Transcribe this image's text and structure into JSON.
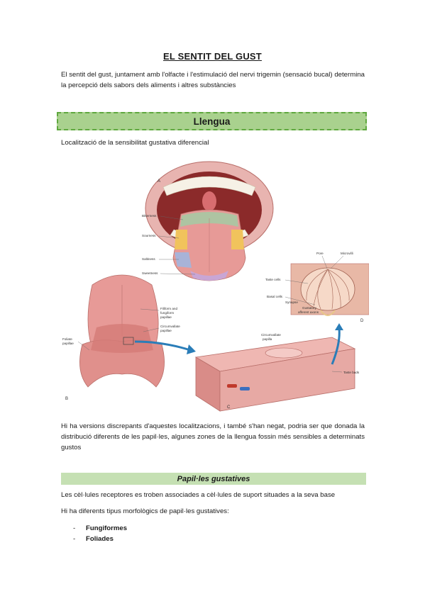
{
  "title": "EL SENTIT DEL GUST",
  "intro": "El sentit del gust, juntament amb l'olfacte i l'estimulació del nervi trigemin (sensació bucal) determina la percepció dels sabors dels aliments i altres substàncies",
  "banner": "Llengua",
  "caption": "Localització de la sensibilitat gustativa diferencial",
  "figure": {
    "panel_a": "A",
    "panel_b": "B",
    "panel_c": "C",
    "panel_d": "D",
    "bitterness": "Bitterness",
    "sourness": "Sourness",
    "saltiness": "Saltiness",
    "sweetness": "Sweetness",
    "filiform": "Filiform and",
    "fungiform": "fungiform",
    "papillae1": "papillae",
    "circumvallate": "Circumvallate",
    "papillae2": "papillae",
    "foliate": "Foliate",
    "papillae3": "papillae",
    "pore": "Pore",
    "microvilli": "Microvilli",
    "taste_cells": "Taste cells",
    "basal_cells": "Basal cells",
    "synapse": "Synapse",
    "gustatory": "Gustatory",
    "afferent": "afferent axons",
    "circumvallate2": "Circumvallate",
    "papilla": "papilla",
    "taste_buds": "Taste buds",
    "colors": {
      "bitter": "#a7c9a3",
      "sour": "#f1c35c",
      "salty": "#a8b3d8",
      "sweet": "#c9a6d4",
      "tongue": "#e79a97",
      "tissue": "#e7a9a4",
      "arrow": "#2a7db8"
    }
  },
  "para2": "Hi ha versions discrepants d'aquestes localitzacions, i també s'han negat, podria ser que donada la distribució diferents de les papil·les, algunes zones de la llengua fossin més sensibles a determinats gustos",
  "subhead": "Papil·les gustatives",
  "line1": "Les cèl·lules receptores es troben associades a cèl·lules de suport situades a la seva base",
  "line2": "Hi ha diferents tipus morfològics de papil·les gustatives:",
  "list": [
    {
      "dash": "-",
      "label": "Fungiformes"
    },
    {
      "dash": "-",
      "label": "Foliades"
    }
  ]
}
